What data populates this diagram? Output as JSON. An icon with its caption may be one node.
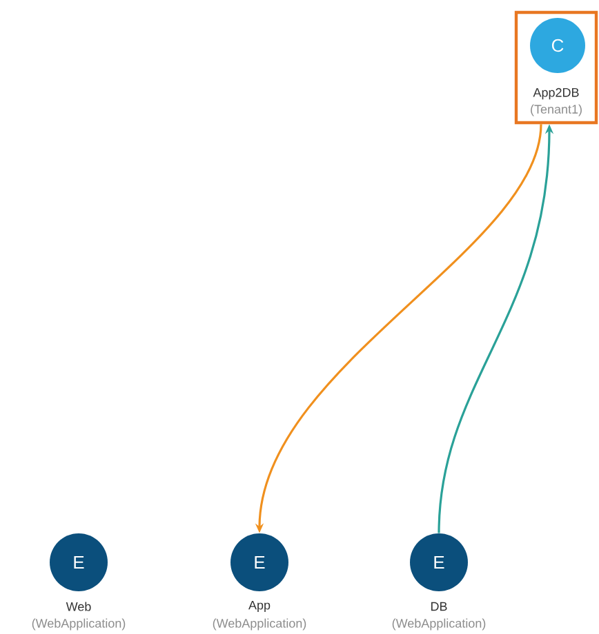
{
  "diagram": {
    "nodes": [
      {
        "text": [
          "App2DB",
          "(Tenant1)"
        ]
      },
      {
        "text": [
          "C"
        ],
        "in": 0
      },
      {
        "text": [
          "E"
        ],
        "beside": [
          "Web",
          "(WebApplication)"
        ]
      },
      {
        "text": [
          "E"
        ],
        "beside": [
          "App",
          "(WebApplication)"
        ]
      },
      {
        "text": [
          "E"
        ],
        "beside": [
          "DB",
          "(WebApplication)"
        ]
      }
    ],
    "edges": [
      {
        "from": 0,
        "to": 3,
        "arrow": "to",
        "color": "#f0901e"
      },
      {
        "from": 4,
        "to": 0,
        "arrow": "to",
        "color": "#2aa198"
      }
    ]
  }
}
